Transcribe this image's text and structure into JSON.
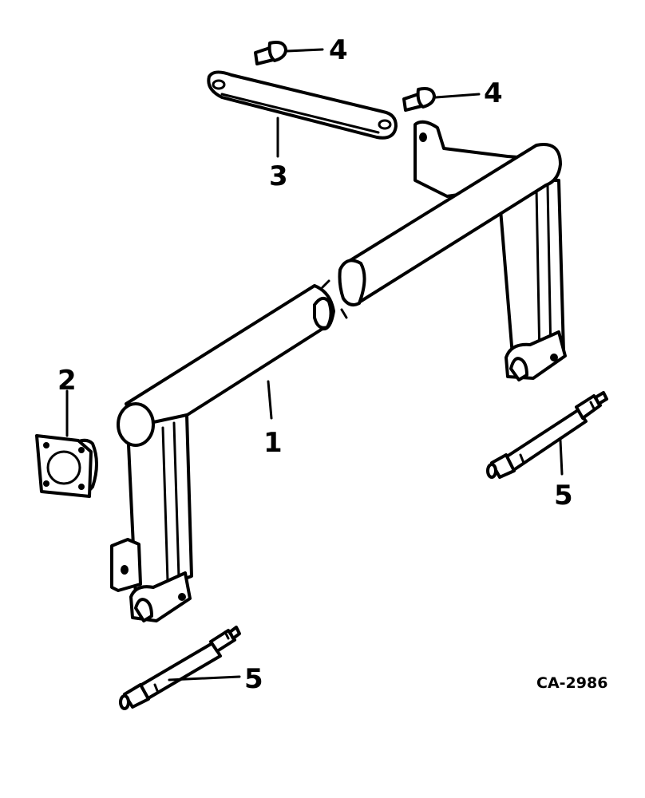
{
  "callouts": {
    "frame": "1",
    "cover_plate": "2",
    "link": "3",
    "bolt_upper": "4",
    "bolt_right": "4",
    "shaft_right": "5",
    "shaft_bottom": "5"
  },
  "figure_ref": "CA-2986"
}
